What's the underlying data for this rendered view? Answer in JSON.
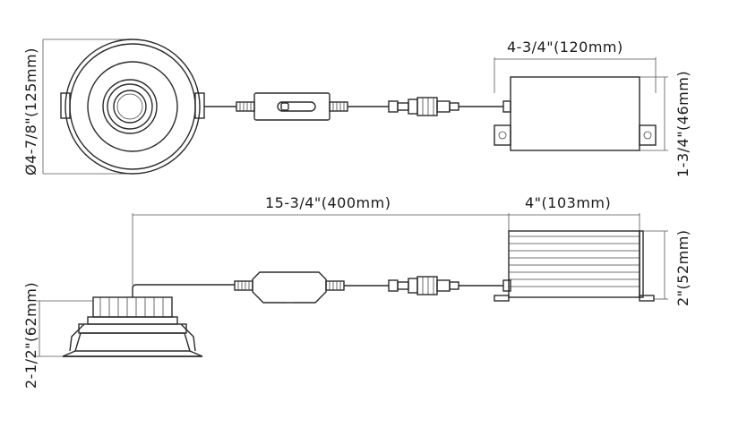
{
  "dimensions": {
    "top_width": "4-3/4\"(120mm)",
    "top_height": "1-3/4\"(46mm)",
    "diameter": "Ø4-7/8\"(125mm)",
    "cable_length": "15-3/4\"(400mm)",
    "bottom_width": "4\"(103mm)",
    "bottom_height": "2\"(52mm)",
    "fixture_height": "2-1/2\"(62mm)"
  },
  "colors": {
    "stroke": "#2a2a2a",
    "background": "#ffffff"
  }
}
